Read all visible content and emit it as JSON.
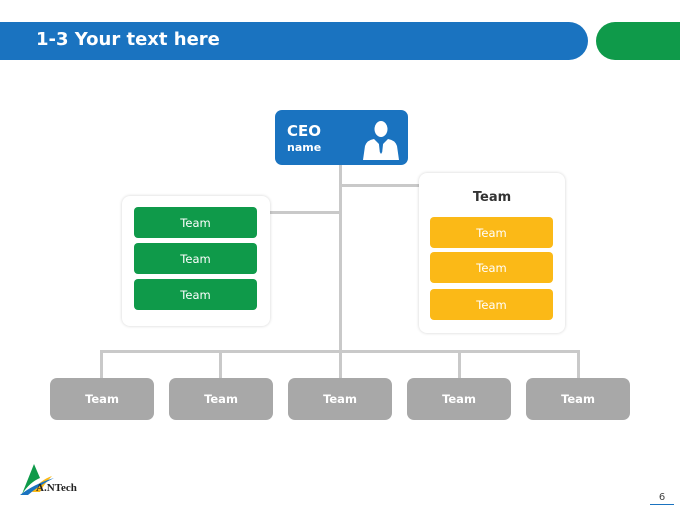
{
  "header": {
    "title": "1-3 Your text here"
  },
  "ceo": {
    "title": "CEO",
    "name": "name",
    "icon": "businessman-icon"
  },
  "left_group": {
    "teams": [
      "Team",
      "Team",
      "Team"
    ],
    "color": "#0f9a4a"
  },
  "right_group": {
    "title": "Team",
    "teams": [
      "Team",
      "Team",
      "Team"
    ],
    "color": "#fbb917"
  },
  "bottom_teams": [
    "Team",
    "Team",
    "Team",
    "Team",
    "Team"
  ],
  "logo": {
    "text": "A.NTech"
  },
  "page_number": "6",
  "colors": {
    "primary": "#1a73c0",
    "accent_green": "#0f9a4a",
    "accent_yellow": "#fbb917",
    "gray_box": "#a8a8a8"
  }
}
